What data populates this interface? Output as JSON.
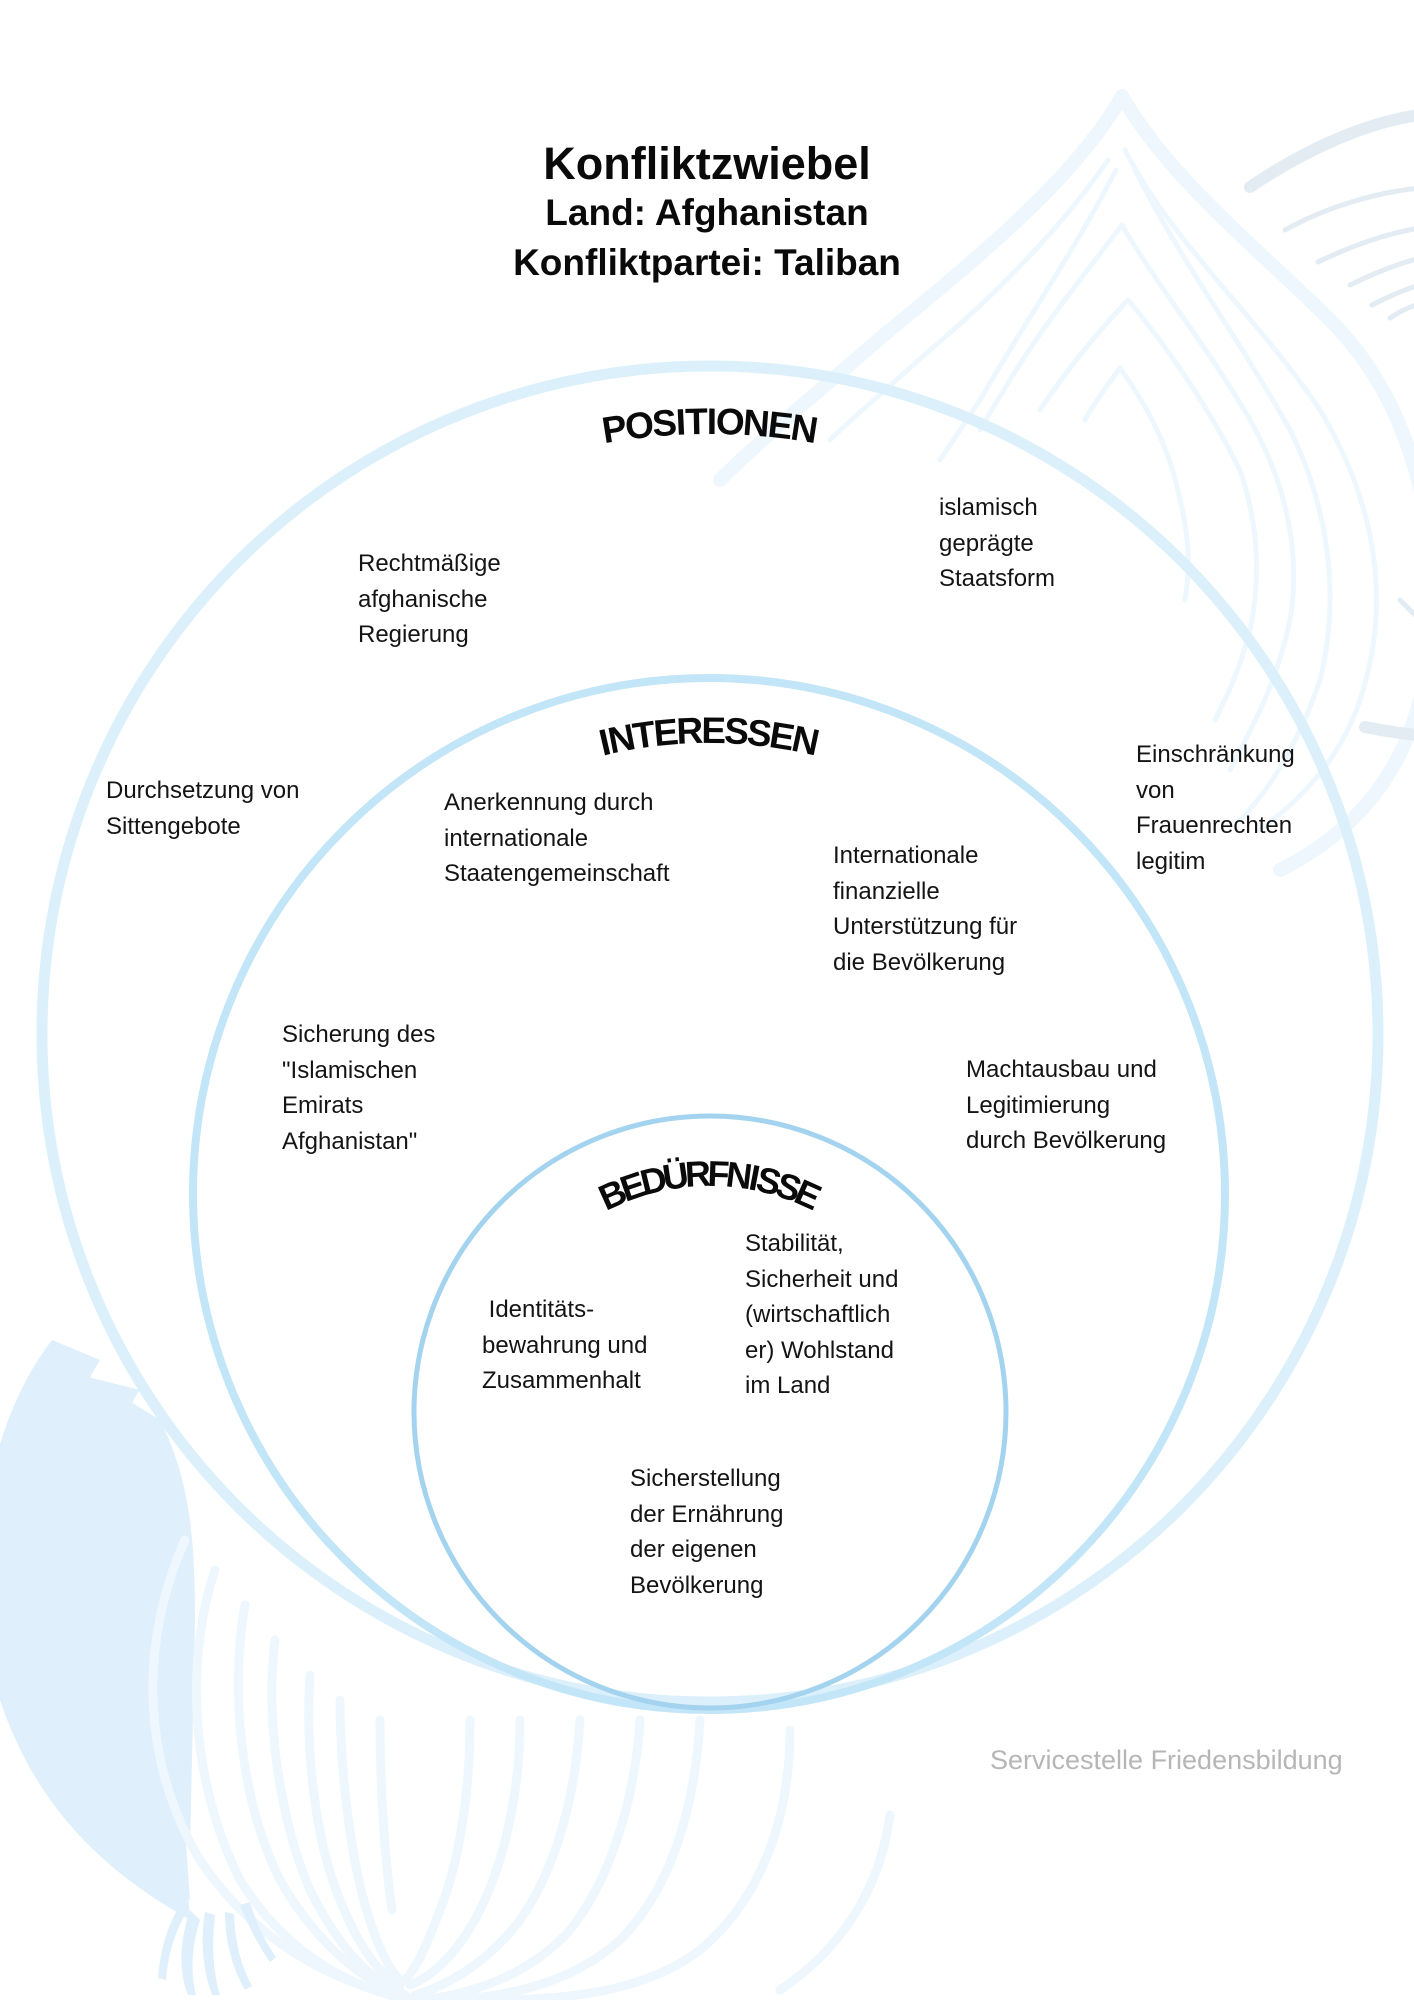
{
  "header": {
    "title": "Konfliktzwiebel",
    "country_line": "Land: Afghanistan",
    "party_line": "Konfliktpartei: Taliban"
  },
  "colors": {
    "outer_ring": "#dcf0fc",
    "middle_ring": "#c3e5f8",
    "inner_ring": "#a3d3ee",
    "decor_light": "#eef7fe",
    "decor_mid": "#dfeffb",
    "decor_gray": "#e3ebf3",
    "text": "#141414",
    "footer_text": "#b6b6b6"
  },
  "rings": {
    "positionen": {
      "label": "POSITIONEN",
      "items": [
        {
          "text": "Rechtmäßige\nafghanische\nRegierung"
        },
        {
          "text": "islamisch\ngeprägte\nStaatsform"
        },
        {
          "text": "Durchsetzung von\nSittengebote"
        },
        {
          "text": "Einschränkung\nvon\nFrauenrechten\nlegitim"
        }
      ]
    },
    "interessen": {
      "label": "INTERESSEN",
      "items": [
        {
          "text": "Anerkennung durch\ninternationale\nStaatengemeinschaft"
        },
        {
          "text": "Internationale\nfinanzielle\nUnterstützung für\ndie Bevölkerung"
        },
        {
          "text": "Sicherung des\n\"Islamischen\nEmirats\nAfghanistan\""
        },
        {
          "text": "Machtausbau und\nLegitimierung\ndurch Bevölkerung"
        }
      ]
    },
    "beduerfnisse": {
      "label": "BEDÜRFNISSE",
      "items": [
        {
          "text": " Identitäts-\nbewahrung und\nZusammenhalt"
        },
        {
          "text": "Stabilität,\nSicherheit und\n(wirtschaftlich\ner) Wohlstand\nim Land"
        },
        {
          "text": "Sicherstellung\nder Ernährung\nder eigenen\nBevölkerung"
        }
      ]
    }
  },
  "decorations": {
    "top_right": "onion-top-icon",
    "bottom_left": "onion-bulb-icon"
  },
  "footer": {
    "credit": "Servicestelle Friedensbildung"
  }
}
